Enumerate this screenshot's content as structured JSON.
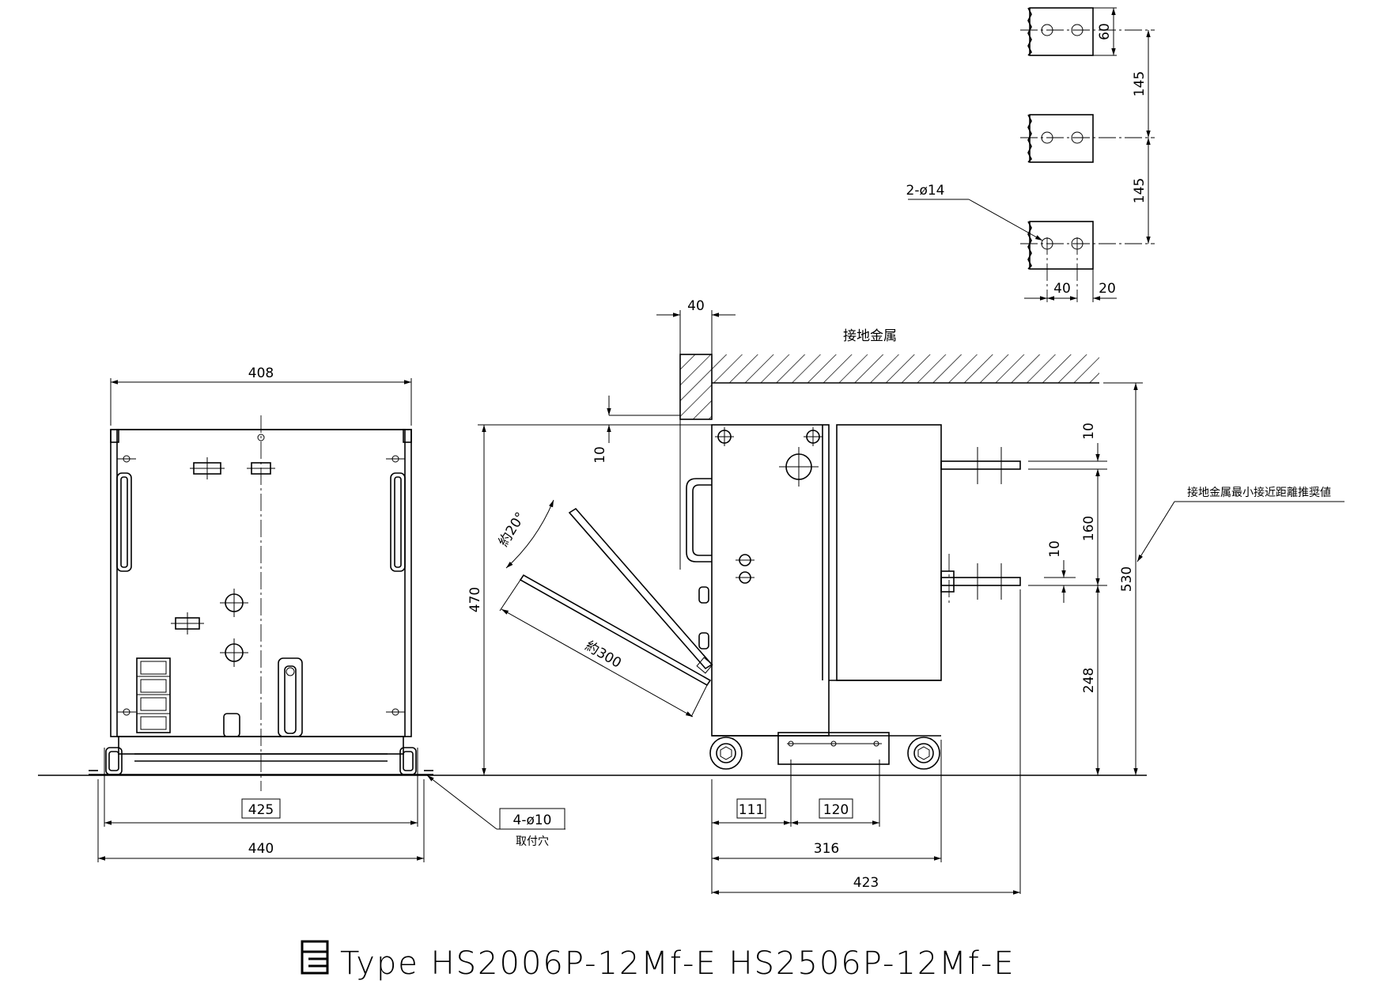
{
  "dimensions": {
    "front_top_width": "408",
    "front_bolt_span": "425",
    "front_base_width": "440",
    "mount_holes": "4-ø10",
    "mount_holes_note": "取付穴",
    "side_height": "470",
    "side_gap": "10",
    "handle_angle": "約20°",
    "handle_length": "約300",
    "wall_thickness": "40",
    "ground_metal": "接地金属",
    "depth_111": "111",
    "depth_120": "120",
    "depth_316": "316",
    "depth_423": "423",
    "term_10_top": "10",
    "term_160": "160",
    "term_10_mid": "10",
    "term_248": "248",
    "total_530": "530",
    "min_clearance_note": "接地金属最小接近距離推奨値",
    "detail_60": "60",
    "detail_145_a": "145",
    "detail_145_b": "145",
    "detail_holes": "2-ø14",
    "detail_40": "40",
    "detail_20": "20"
  },
  "title": {
    "text": "Type HS2006P-12Mf-E HS2506P-12Mf-E"
  }
}
